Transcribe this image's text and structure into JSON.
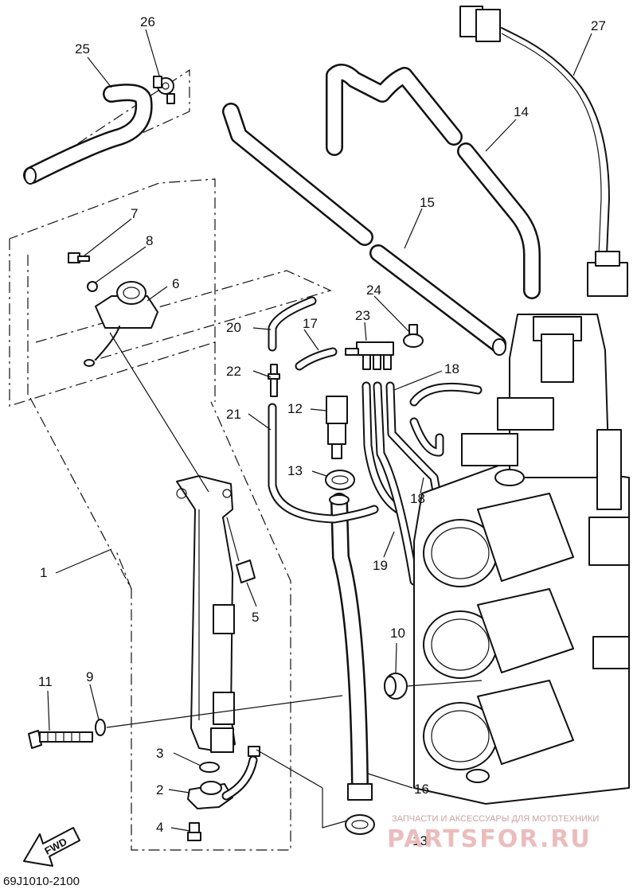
{
  "diagram": {
    "code": "69J1010-2100",
    "fwd_label": "FWD",
    "watermark_caption": "ЗАПЧАСТИ И АКСЕССУАРЫ ДЛЯ МОТОТЕХНИКИ",
    "watermark_logo": "PARTSFOR.RU",
    "callouts": [
      "1",
      "2",
      "3",
      "4",
      "5",
      "6",
      "7",
      "8",
      "9",
      "10",
      "11",
      "12",
      "13",
      "13",
      "14",
      "15",
      "16",
      "17",
      "18",
      "18",
      "19",
      "20",
      "21",
      "22",
      "23",
      "24",
      "25",
      "26",
      "27"
    ]
  }
}
